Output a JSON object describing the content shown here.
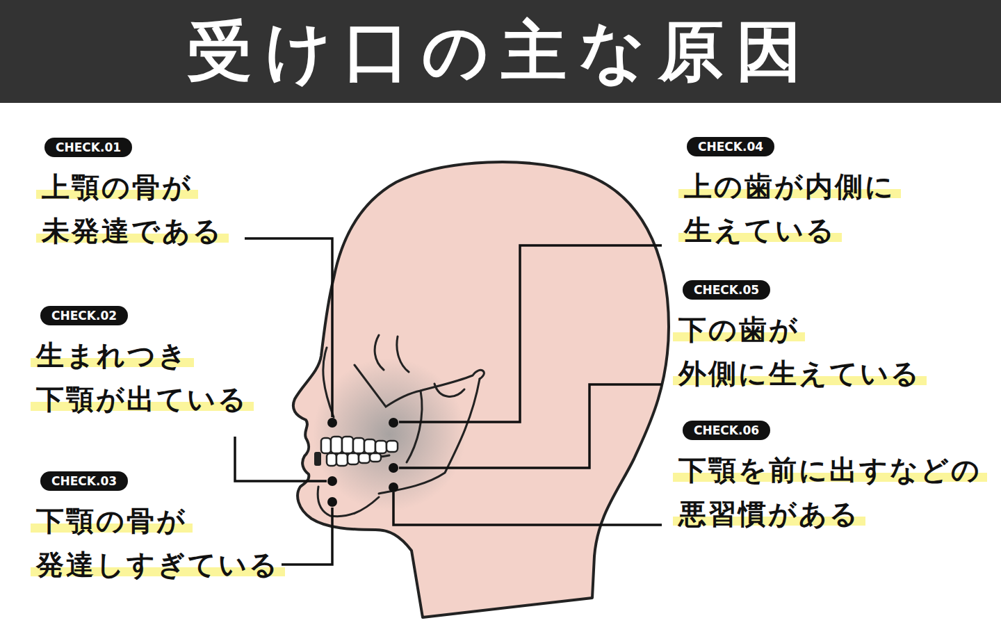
{
  "diagram": {
    "title": "受け口の主な原因",
    "nodes": [
      {
        "text": [
          "CHECK.01"
        ]
      },
      {
        "text": [
          "CHECK.02"
        ]
      },
      {
        "text": [
          "CHECK.03"
        ]
      },
      {
        "text": [
          "CHECK.04"
        ]
      },
      {
        "text": [
          "CHECK.05"
        ]
      },
      {
        "text": [
          "CHECK.06"
        ]
      }
    ],
    "labels": [
      "上顎の骨が 未発達である",
      "生まれつき 下顎が出ている",
      "下顎の骨が 発達しすぎている",
      "上の歯が内側に 生えている",
      "下の歯が 外側に生えている",
      "下顎を前に出すなどの 悪習慣がある"
    ]
  }
}
